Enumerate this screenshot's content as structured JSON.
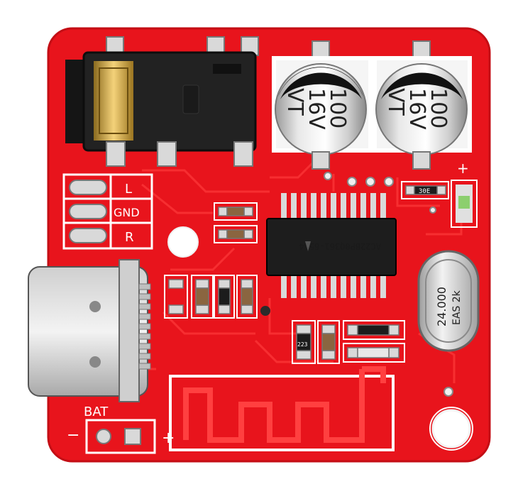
{
  "board": {
    "colors": {
      "pcb": "#e8141c",
      "pcb_dark": "#b80c12",
      "silk": "#ffffff",
      "pad": "#d9d9d9",
      "solder_mask_trace": "#ff3a3a"
    }
  },
  "silkscreen": {
    "l": "L",
    "gnd": "GND",
    "r": "R",
    "bat": "BAT",
    "minus": "−",
    "plus": "+",
    "led_plus": "+"
  },
  "capacitors": [
    {
      "line1": "100",
      "line2": "16V",
      "line3": "VT"
    },
    {
      "line1": "100",
      "line2": "16V",
      "line3": "VT"
    }
  ],
  "chip": {
    "marking": "AC22BP0Q361-65A4"
  },
  "crystal": {
    "line1": "24.000",
    "line2": "EAS 2k"
  },
  "resistors": {
    "r1": "30E",
    "r2": "223"
  }
}
